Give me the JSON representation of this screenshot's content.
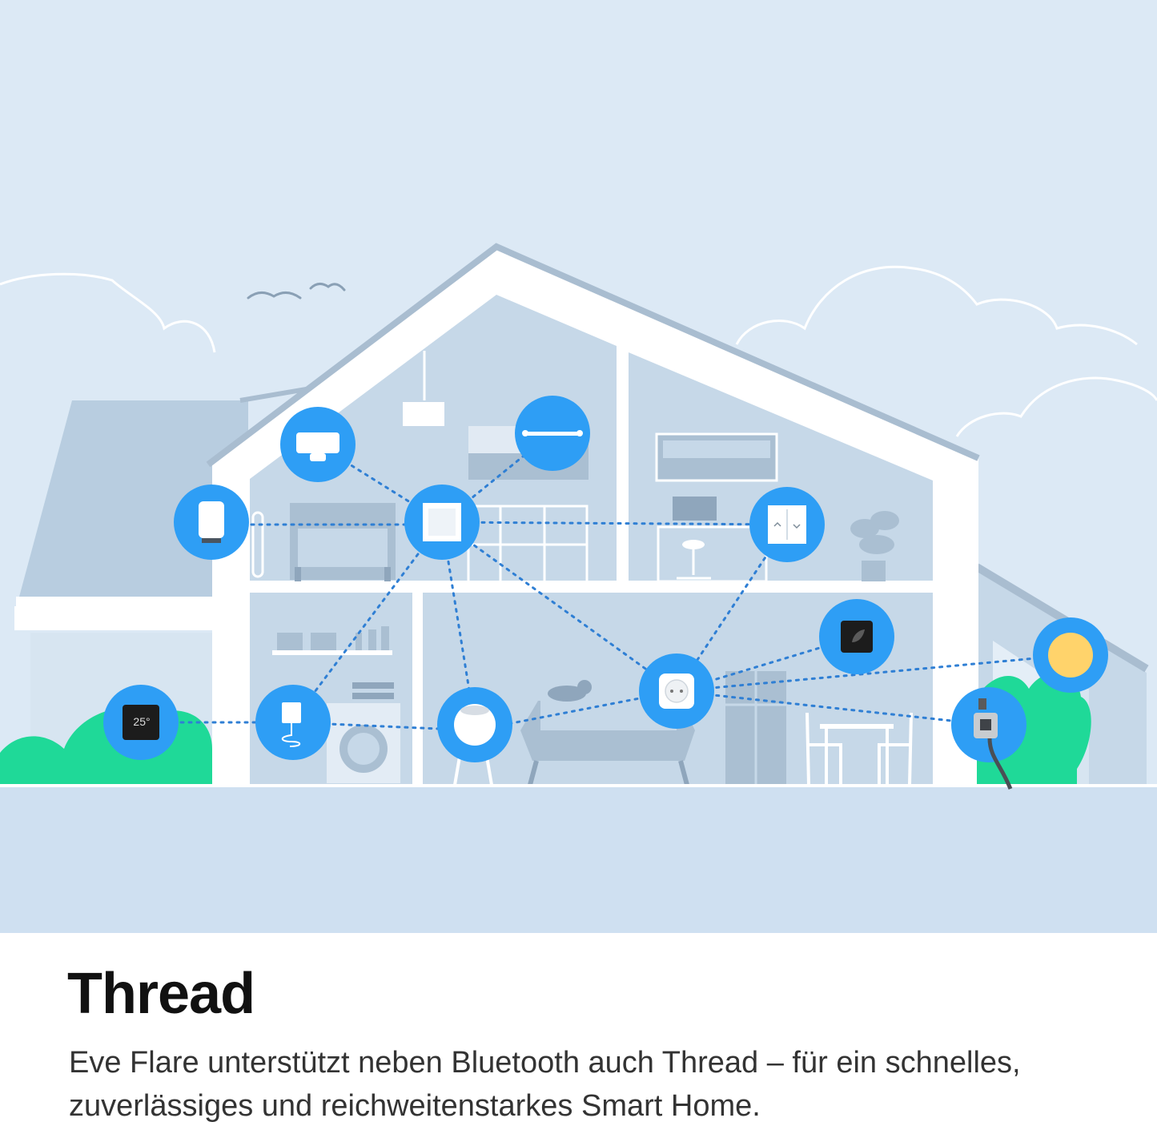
{
  "caption": {
    "title": "Thread",
    "body_line1": "Eve Flare unterstützt neben Bluetooth auch Thread – für ein schnelles,",
    "body_line2": "zuverlässiges und reichweitenstarkes Smart Home."
  },
  "illustration": {
    "thermostat_display": "25°"
  },
  "colors": {
    "sky": "#dce9f5",
    "ground": "#cfe0f1",
    "house_white": "#ffffff",
    "interior": "#c6d8e8",
    "interior_dark": "#aabfd2",
    "node_blue": "#2e9ef5",
    "thread_link": "#2f7fd4",
    "bush_green": "#1fd998",
    "lamp_glow": "#ffd36b",
    "title_text": "#111111",
    "body_text": "#333333"
  },
  "icons": [
    "motion-sensor-icon",
    "window-contact-icon",
    "roof-motion-icon",
    "light-strip-icon",
    "light-switch-icon",
    "double-switch-icon",
    "thermostat-icon",
    "water-guard-icon",
    "eve-flare-lamp-icon",
    "smart-plug-icon",
    "room-sensor-icon",
    "garden-lamp-icon",
    "aqua-valve-icon"
  ]
}
